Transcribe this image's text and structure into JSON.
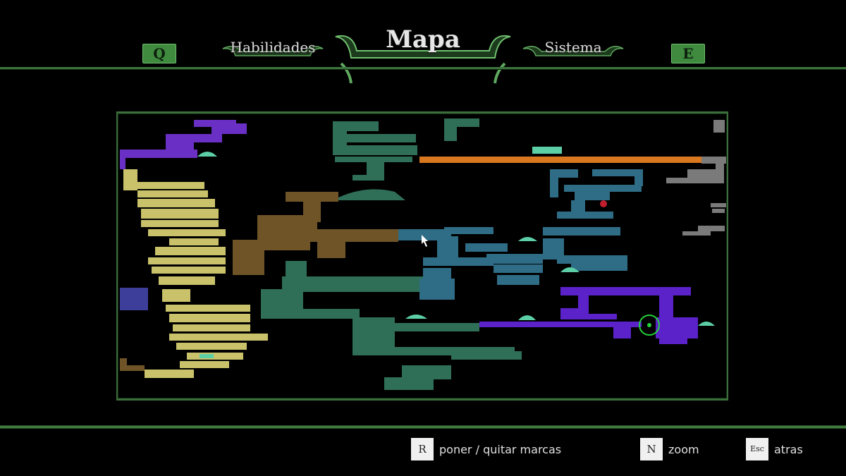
{
  "header": {
    "left_key": "Q",
    "right_key": "E",
    "tabs": [
      {
        "label": "Habilidades"
      },
      {
        "label": "Mapa"
      },
      {
        "label": "Sistema"
      }
    ],
    "active_tab": "Mapa"
  },
  "colors": {
    "frame_green": "#3a6e3a",
    "key_green": "#3f8a3f",
    "region_purple": "#6a2fc4",
    "region_yellow": "#c9c26a",
    "region_brown": "#6f5428",
    "region_teal_green": "#2f6e57",
    "region_steel_blue": "#2f6d86",
    "region_orange": "#d9781f",
    "region_gray": "#7a7a7a",
    "region_indigo": "#3d3d9a",
    "save_point_mint": "#5ccfa6",
    "player_marker": "#23d23a"
  },
  "icons": {
    "player_marker": "player-location-icon",
    "save_room": "save-room-icon",
    "cursor": "cursor-icon"
  },
  "footer": {
    "hints": [
      {
        "key": "R",
        "label": "poner / quitar marcas"
      },
      {
        "key": "N",
        "label": "zoom"
      },
      {
        "key": "Esc",
        "label": "atras"
      }
    ]
  }
}
